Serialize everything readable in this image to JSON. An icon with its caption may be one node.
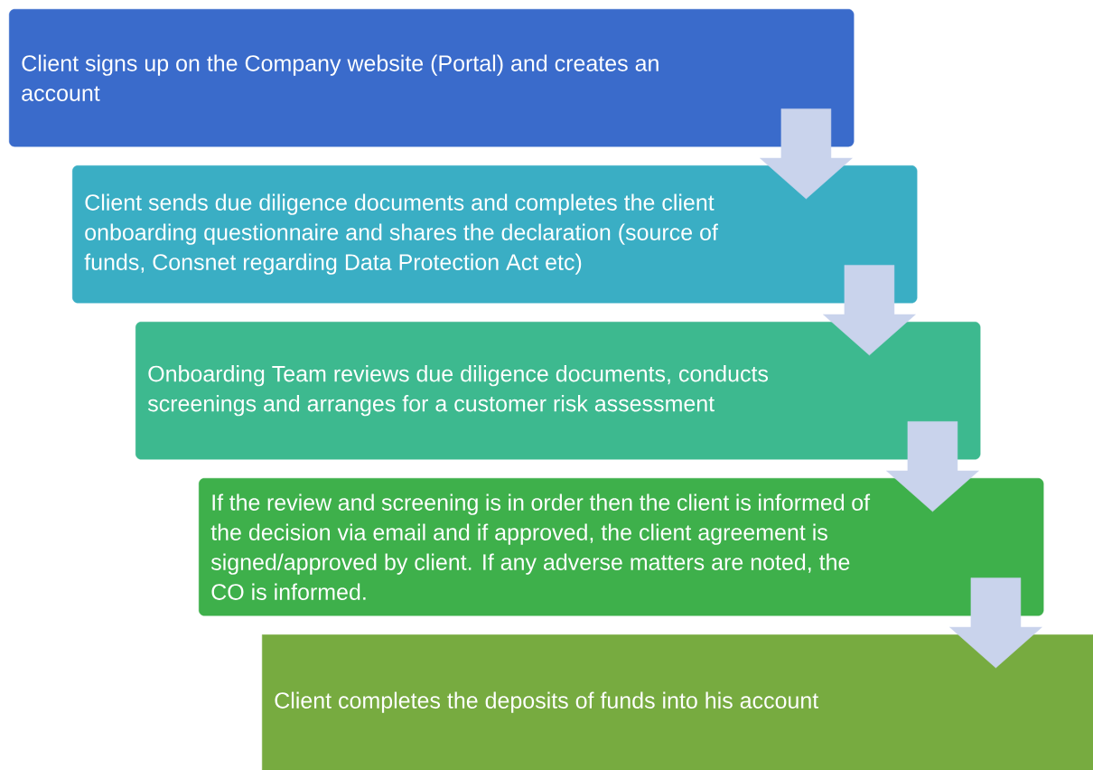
{
  "diagram": {
    "nodes": [
      {
        "text": [
          "Client signs up on the Company website (Portal) and creates an account"
        ]
      },
      {
        "text": [
          "Client sends due diligence documents and completes the client onboarding questionnaire and shares the declaration (source of funds, Consnet regarding Data Protection Act etc)"
        ]
      },
      {
        "text": [
          "Onboarding Team reviews due diligence documents, conducts screenings and arranges for a customer risk assessment"
        ]
      },
      {
        "text": [
          "If the review and screening is in order then the client is informed of the decision via email and if approved, the client agreement is signed/approved by client. If any adverse matters are noted, the CO is informed."
        ]
      },
      {
        "text": [
          "Client completes the deposits of funds into his account"
        ]
      }
    ],
    "edges": [
      {
        "from": 0,
        "to": 1,
        "arrow": "to"
      },
      {
        "from": 1,
        "to": 2,
        "arrow": "to"
      },
      {
        "from": 2,
        "to": 3,
        "arrow": "to"
      },
      {
        "from": 3,
        "to": 4,
        "arrow": "to"
      }
    ]
  }
}
